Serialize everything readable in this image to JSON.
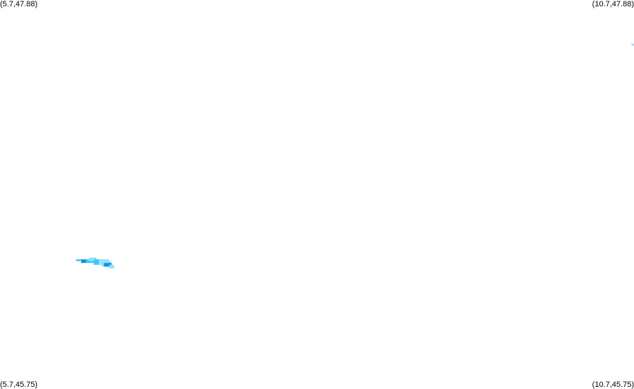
{
  "corners": {
    "top_left": "(5.7,47.88)",
    "top_right": "(10.7,47.88)",
    "bottom_left": "(5.7,45.75)",
    "bottom_right": "(10.7,45.75)"
  },
  "extent": {
    "lon_min": 5.7,
    "lon_max": 10.7,
    "lat_min": 45.75,
    "lat_max": 47.88
  },
  "colors": {
    "background": "#ffffff",
    "light_blue": "#8fe3ff",
    "medium_blue": "#3fc6f5",
    "dark_blue": "#1a8fe0"
  },
  "features": [
    {
      "lon": 6.3,
      "lat": 46.46,
      "lon2": 6.34,
      "lat2": 46.45,
      "shade": "medium_blue"
    },
    {
      "lon": 6.34,
      "lat": 46.46,
      "lon2": 6.38,
      "lat2": 46.44,
      "shade": "dark_blue"
    },
    {
      "lon": 6.38,
      "lat": 46.46,
      "lon2": 6.44,
      "lat2": 46.44,
      "shade": "medium_blue"
    },
    {
      "lon": 6.4,
      "lat": 46.47,
      "lon2": 6.46,
      "lat2": 46.45,
      "shade": "light_blue"
    },
    {
      "lon": 6.44,
      "lat": 46.46,
      "lon2": 6.5,
      "lat2": 46.43,
      "shade": "medium_blue"
    },
    {
      "lon": 6.48,
      "lat": 46.46,
      "lon2": 6.56,
      "lat2": 46.43,
      "shade": "light_blue"
    },
    {
      "lon": 6.5,
      "lat": 46.45,
      "lon2": 6.58,
      "lat2": 46.42,
      "shade": "light_blue"
    },
    {
      "lon": 6.52,
      "lat": 46.44,
      "lon2": 6.58,
      "lat2": 46.42,
      "shade": "dark_blue"
    },
    {
      "lon": 6.56,
      "lat": 46.43,
      "lon2": 6.6,
      "lat2": 46.41,
      "shade": "light_blue"
    },
    {
      "lon": 10.68,
      "lat": 47.64,
      "lon2": 10.7,
      "lat2": 47.63,
      "shade": "light_blue"
    }
  ]
}
